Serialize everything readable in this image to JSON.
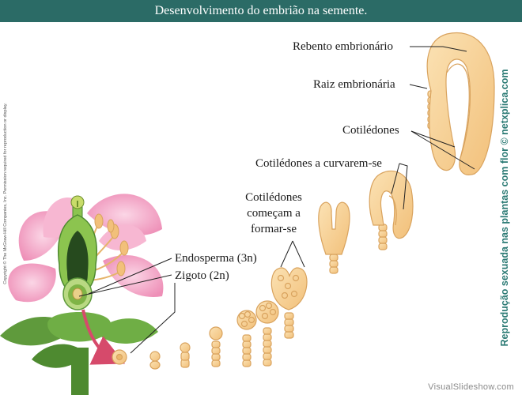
{
  "header": {
    "title": "Desenvolvimento do embrião na semente."
  },
  "labels": {
    "rebento": "Rebento embrionário",
    "raiz": "Raiz embrionária",
    "cotiledones": "Cotilédones",
    "curvarem": "Cotilédones a curvarem-se",
    "formar": "Cotilédones começam a formar-se",
    "endosperma": "Endosperma (3n)",
    "zigoto": "Zigoto (2n)"
  },
  "vertical_credit": "Reprodução sexuada nas plantas com flor © netxplica.com",
  "copyright": "Copyright © The McGraw-Hill Companies, Inc. Permission required for reproduction or display.",
  "watermark": "VisualSlideshow.com",
  "colors": {
    "header": "#2b6b66",
    "embryo": "#f6cd8e",
    "embryo_outline": "#d9a35e",
    "petal": "#f29cc0",
    "leaf": "#5f9a3c",
    "credit": "#2b7a74",
    "arrow": "#d64a6b"
  }
}
